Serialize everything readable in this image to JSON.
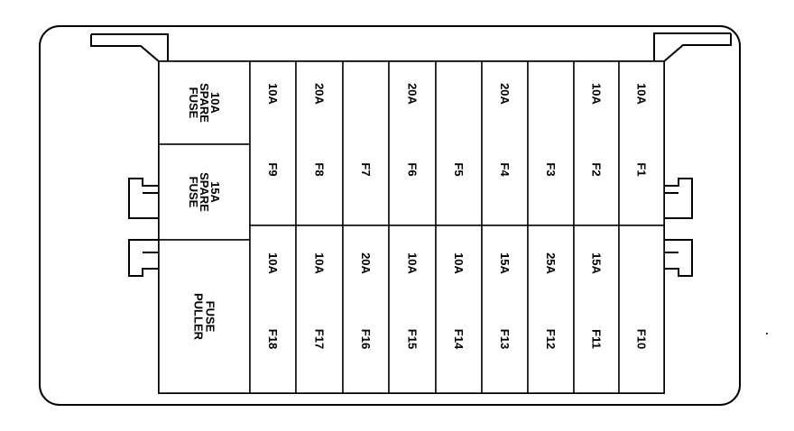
{
  "spare_fuses": [
    {
      "lines": [
        "10A",
        "SPARE",
        "FUSE"
      ]
    },
    {
      "lines": [
        "15A",
        "SPARE",
        "FUSE"
      ]
    }
  ],
  "fuse_puller": {
    "lines": [
      "FUSE",
      "PULLER"
    ]
  },
  "upper_row": [
    {
      "rating": "10A",
      "id": "F9"
    },
    {
      "rating": "20A",
      "id": "F8"
    },
    {
      "rating": "",
      "id": "F7"
    },
    {
      "rating": "20A",
      "id": "F6"
    },
    {
      "rating": "",
      "id": "F5"
    },
    {
      "rating": "20A",
      "id": "F4"
    },
    {
      "rating": "",
      "id": "F3"
    },
    {
      "rating": "10A",
      "id": "F2"
    },
    {
      "rating": "10A",
      "id": "F1"
    }
  ],
  "lower_row": [
    {
      "rating": "10A",
      "id": "F18"
    },
    {
      "rating": "10A",
      "id": "F17"
    },
    {
      "rating": "20A",
      "id": "F16"
    },
    {
      "rating": "10A",
      "id": "F15"
    },
    {
      "rating": "10A",
      "id": "F14"
    },
    {
      "rating": "15A",
      "id": "F13"
    },
    {
      "rating": "25A",
      "id": "F12"
    },
    {
      "rating": "15A",
      "id": "F11"
    },
    {
      "rating": "",
      "id": "F10"
    }
  ]
}
